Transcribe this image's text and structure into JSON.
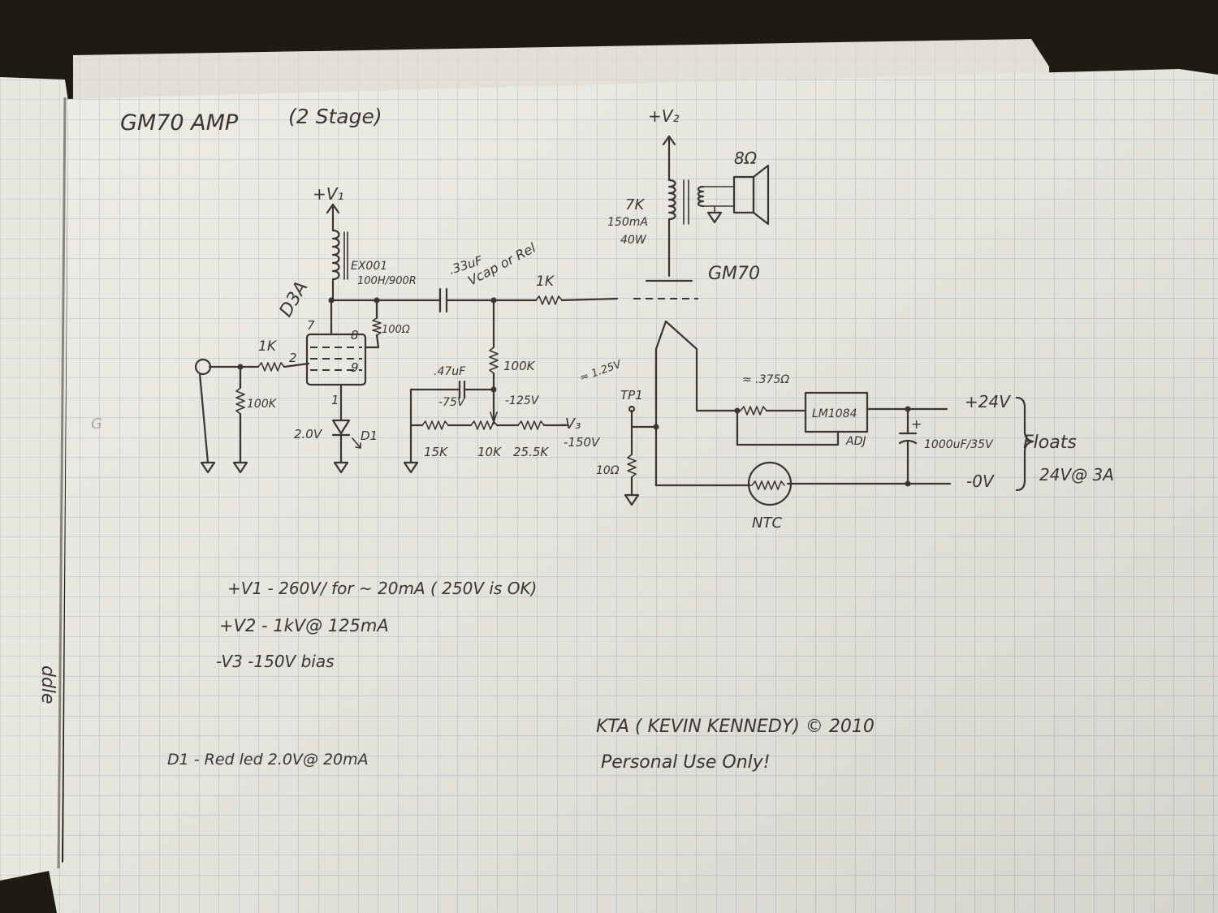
{
  "colors": {
    "background": "#1e1a14",
    "paper": "#ecebe3",
    "paper_back": "#e2e0d6",
    "grid": "#a9bcc3",
    "ink": "#3a3530"
  },
  "schematic": {
    "title": "GM70 AMP",
    "subtitle": "(2 Stage)",
    "v1_label": "+V₁",
    "v2_label": "+V₂",
    "v3_label": "-V₃",
    "d3a_label": "D3A",
    "pin7": "7",
    "pin8": "8",
    "pin2": "2",
    "pin9": "9",
    "pin1": "1",
    "choke_label": "EX001",
    "choke_spec": "100H/900R",
    "r_grid_label": "1K",
    "r_input_label": "100K",
    "r_100ohm_label": "100Ω",
    "led_voltage": "2.0V",
    "d1_label": "D1",
    "cap_coupling": ".33uF",
    "cap_type": "Vcap or Rel",
    "r_gm70_grid": "1K",
    "r_bias_grid": "100K",
    "cap_bias": ".47uF",
    "bias_minus75": "-75V",
    "bias_minus125": "-125V",
    "r_15k": "15K",
    "r_10k": "10K",
    "r_25k": "25.5K",
    "minus150": "-150V",
    "ot_impedance": "7K",
    "ot_current": "150mA",
    "ot_power": "40W",
    "speaker_impedance": "8Ω",
    "tube_label": "GM70",
    "tp1_approx": "≈ 1.25V",
    "tp1_label": "TP1",
    "r_sense": "10Ω",
    "r_375": "≈ .375Ω",
    "regulator": "LM1084",
    "adj_label": "ADJ",
    "plus24": "+24V",
    "cap_1000": "1000uF/35V",
    "plus_sign": "+",
    "zero_v": "-0V",
    "floats": "Floats",
    "supply_spec": "24V@ 3A",
    "ntc": "NTC",
    "faint_text": "G"
  },
  "notes": {
    "v1_spec": "+V1 - 260V/ for ~ 20mA ( 250V is OK)",
    "v2_spec": "+V2 - 1kV@ 125mA",
    "v3_spec": "-V3  -150V bias",
    "d1_spec": "D1 - Red led 2.0V@ 20mA",
    "credit": "KTA ( KEVIN KENNEDY) © 2010",
    "usage": "Personal Use Only!"
  },
  "left_page_marks": "ddle"
}
